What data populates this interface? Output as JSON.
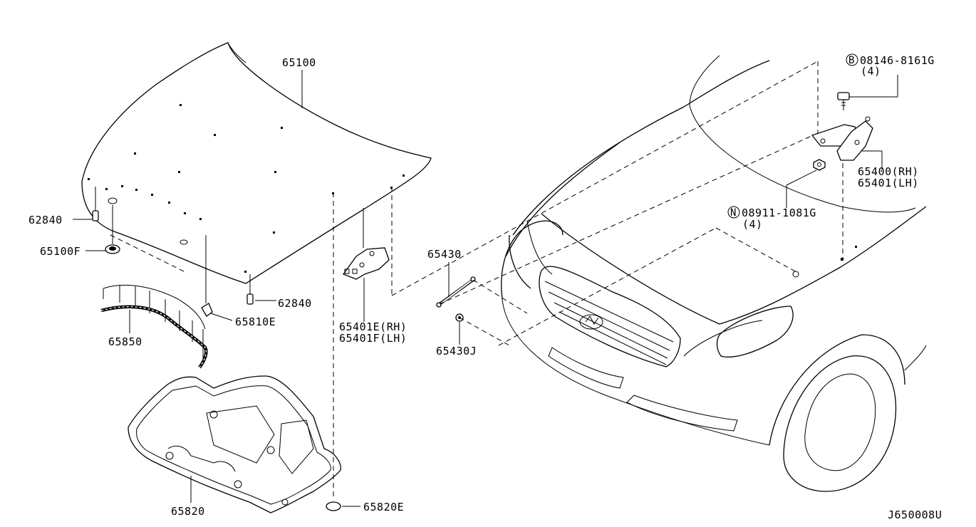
{
  "diagram_code": "J650008U",
  "callouts": {
    "hood": "65100",
    "bumper_rubber_left": "62840",
    "bumper_rubber_right": "62840",
    "hood_seal_grommet": "65100F",
    "hood_insulator_seal": "65850",
    "clip_65810e": "65810E",
    "under_cover": "65820",
    "clip_65820e": "65820E",
    "hinge_center_rh": "65401E(RH)",
    "hinge_center_lh": "65401F(LH)",
    "stay": "65430",
    "stay_clip": "65430J",
    "bolt_symbol": "B",
    "bolt_part": "08146-8161G",
    "bolt_qty": "(4)",
    "nut_symbol": "N",
    "nut_part": "08911-1081G",
    "nut_qty": "(4)",
    "hinge_rh": "65400(RH)",
    "hinge_lh": "65401(LH)"
  }
}
